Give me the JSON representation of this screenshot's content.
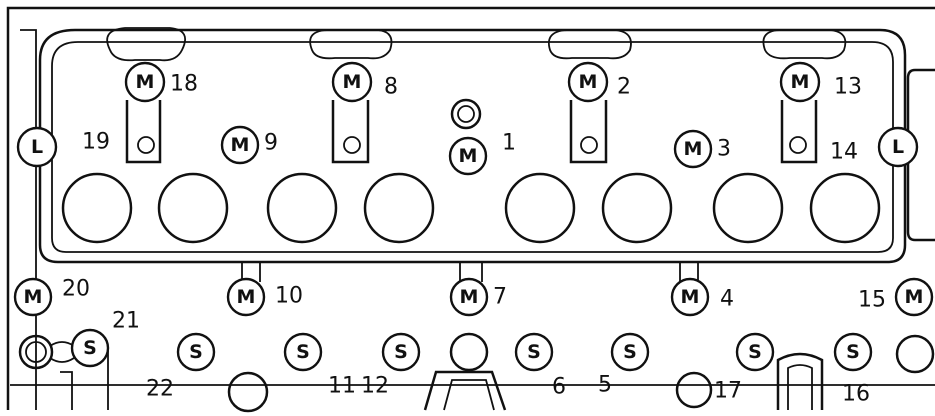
{
  "badge_letters": {
    "M": "M",
    "L": "L",
    "S": "S"
  },
  "labels": {
    "m18": "18",
    "m8": "8",
    "m2": "2",
    "m13": "13",
    "l19": "19",
    "m9": "9",
    "m1": "1",
    "m3": "3",
    "l14": "14",
    "m20": "20",
    "m10": "10",
    "m7": "7",
    "m4": "4",
    "m15": "15",
    "s21": "21",
    "s22": "22",
    "s11": "11",
    "s12": "12",
    "s6": "6",
    "s5": "5",
    "o17": "17",
    "s16": "16"
  }
}
